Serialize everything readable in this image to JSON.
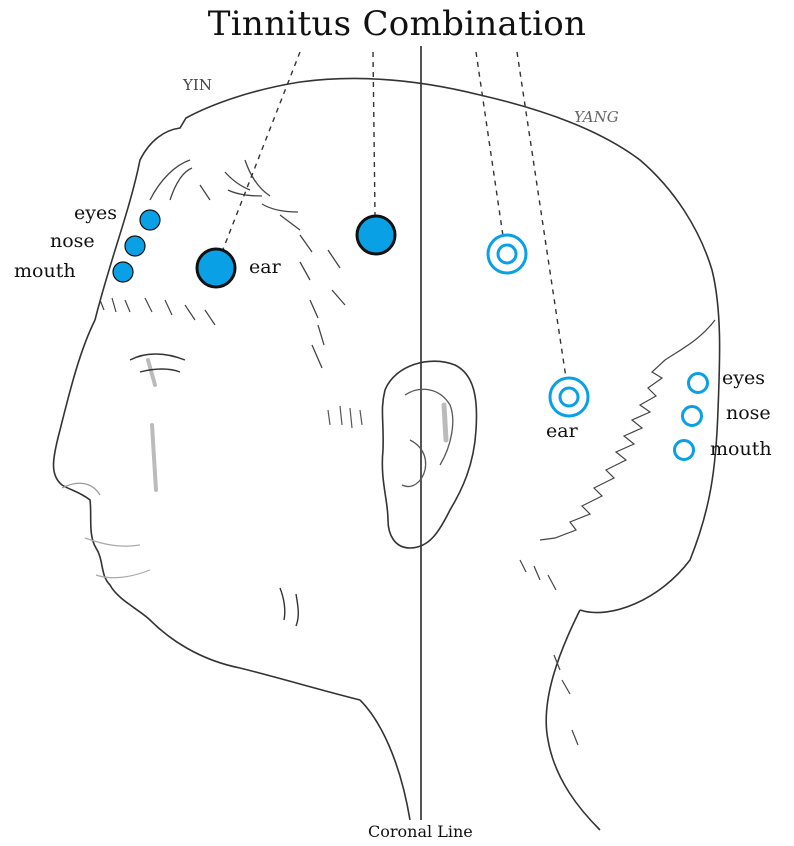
{
  "title": "Tinnitus Combination",
  "labels": {
    "yin": "YIN",
    "yang": "YANG",
    "coronal_line": "Coronal Line"
  },
  "yin_points": {
    "eyes": "eyes",
    "nose": "nose",
    "mouth": "mouth",
    "ear": "ear"
  },
  "yang_points": {
    "eyes": "eyes",
    "nose": "nose",
    "mouth": "mouth",
    "ear": "ear"
  },
  "colors": {
    "point_fill": "#0aa0e6",
    "point_outline": "#111111",
    "yang_ring": "#0aa0e6",
    "line": "#444444"
  }
}
